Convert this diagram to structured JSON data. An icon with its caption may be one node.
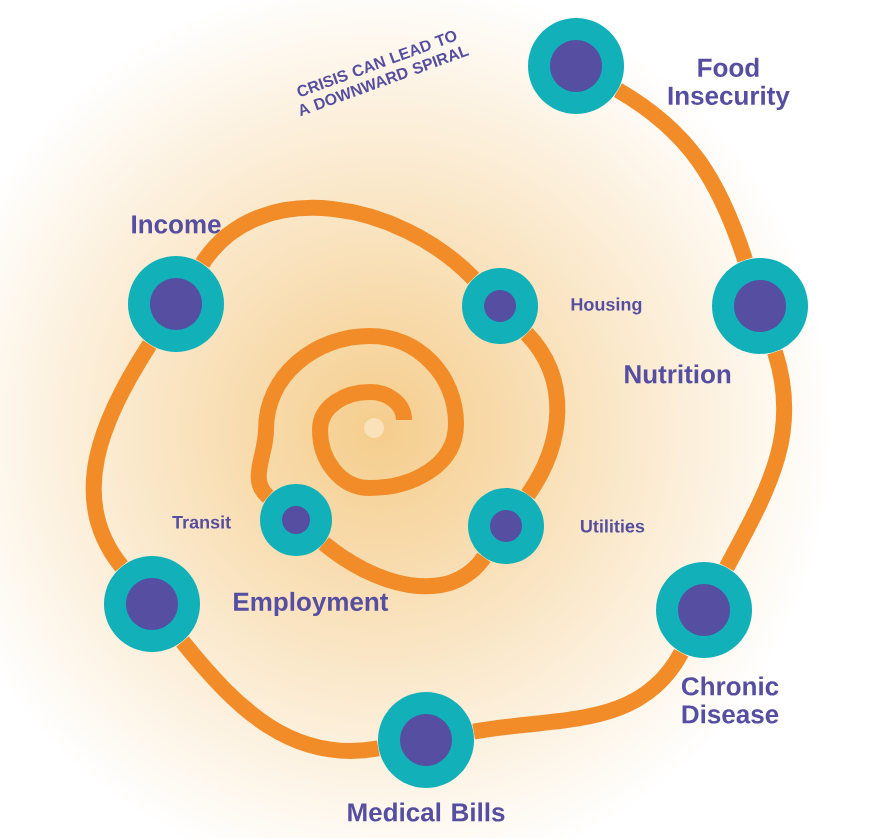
{
  "diagram": {
    "nodes": [
      {
        "text": [
          "Food Insecurity"
        ]
      },
      {
        "text": [
          "Income"
        ]
      },
      {
        "text": [
          "Housing"
        ]
      },
      {
        "text": [
          "Nutrition"
        ]
      },
      {
        "text": [
          "Transit"
        ]
      },
      {
        "text": [
          "Utilities"
        ]
      },
      {
        "text": [
          "Employment"
        ]
      },
      {
        "text": [
          "Chronic Disease"
        ]
      },
      {
        "text": [
          "Medical Bills"
        ]
      }
    ],
    "edges": [
      {
        "from": 0,
        "to": 3,
        "arrow": "none"
      },
      {
        "from": 3,
        "to": 7,
        "arrow": "none"
      },
      {
        "from": 7,
        "to": 8,
        "arrow": "none"
      },
      {
        "from": 8,
        "to": 6,
        "arrow": "none"
      },
      {
        "from": 6,
        "to": 1,
        "arrow": "none"
      },
      {
        "from": 1,
        "to": 2,
        "arrow": "none"
      },
      {
        "from": 2,
        "to": 5,
        "arrow": "none"
      },
      {
        "from": 5,
        "to": 4,
        "arrow": "none"
      },
      {
        "from": 4,
        "to": null,
        "arrow": "none"
      }
    ],
    "labels": [
      "CRISIS CAN LEAD TO A DOWNWARD SPIRAL"
    ]
  }
}
